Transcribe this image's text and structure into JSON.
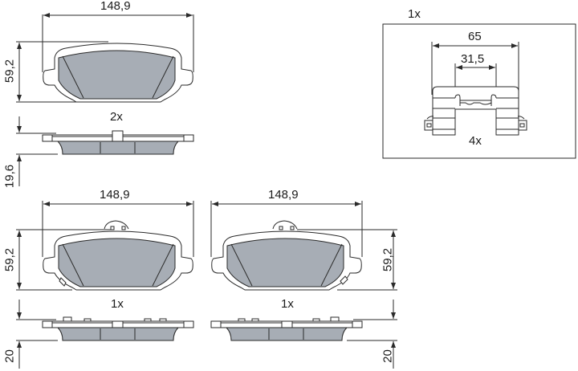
{
  "colors": {
    "line": "#2a2a2a",
    "pad_fill": "#a7adb5",
    "background": "#ffffff"
  },
  "pad_top": {
    "width_dim": "148,9",
    "height_dim": "59,2",
    "quantity": "2x",
    "thickness_dim": "19,6"
  },
  "pad_bottom_left": {
    "width_dim": "148,9",
    "height_dim": "59,2",
    "quantity": "1x",
    "thickness_dim": "20"
  },
  "pad_bottom_right": {
    "width_dim": "148,9",
    "height_dim": "59,2",
    "quantity": "1x",
    "thickness_dim": "20"
  },
  "clip_kit": {
    "quantity_box": "1x",
    "outer_width_dim": "65",
    "inner_width_dim": "31,5",
    "clip_quantity": "4x"
  }
}
